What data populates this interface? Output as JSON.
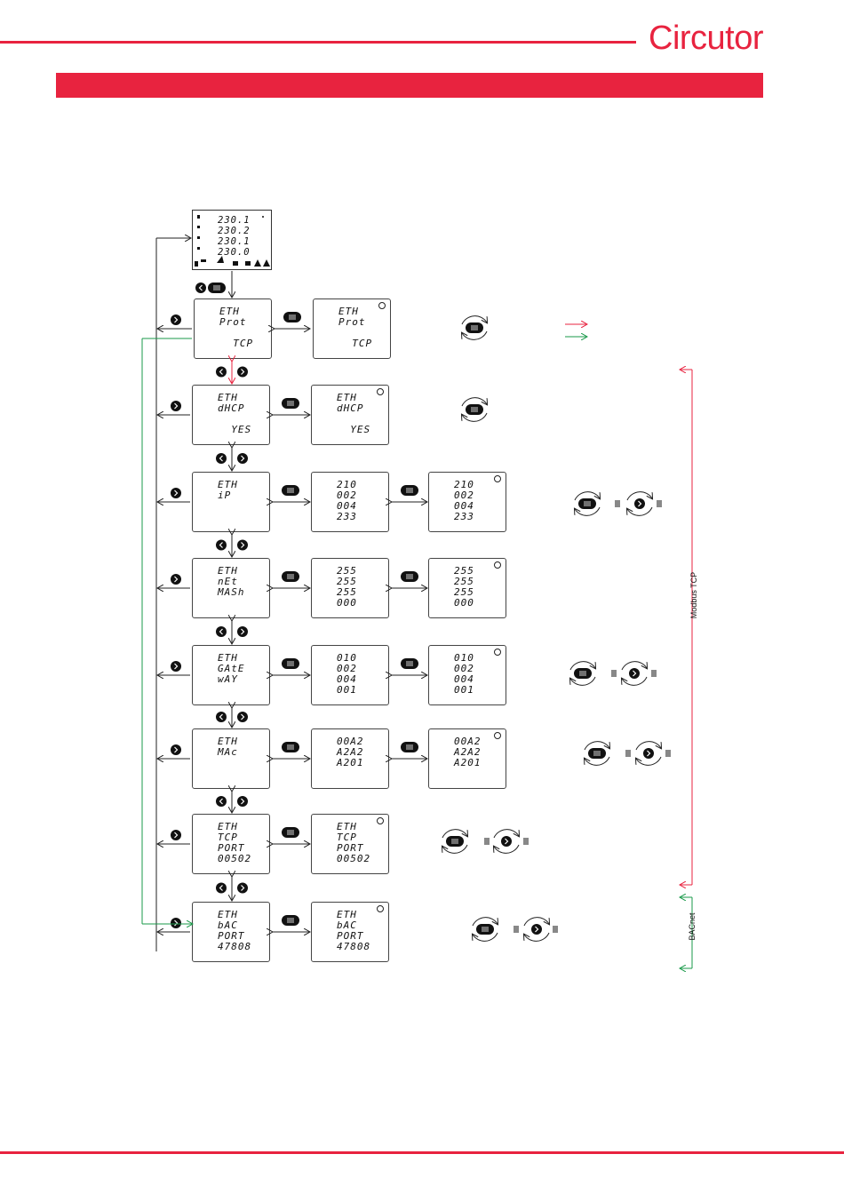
{
  "brand": {
    "logo_text": "Circutor",
    "color": "#e8233f",
    "green": "#1a9a4a"
  },
  "main_display": {
    "lines": [
      "230.1",
      "230.2",
      "230.1",
      "230.0"
    ]
  },
  "side_labels": {
    "modbus": "Modbus TCP",
    "bacnet": "BACnet"
  },
  "screens": [
    {
      "id": "prot",
      "main": [
        "ETH",
        "Prot",
        "",
        "  TCP"
      ],
      "edit": [
        "ETH",
        "Prot",
        "",
        "  TCP"
      ]
    },
    {
      "id": "dhcp",
      "main": [
        "ETH",
        "dHCP",
        "",
        "  YES"
      ],
      "edit": [
        "ETH",
        "dHCP",
        "",
        "  YES"
      ]
    },
    {
      "id": "ip",
      "main": [
        "ETH",
        "iP"
      ],
      "v1": [
        "210",
        "002",
        "004",
        "233"
      ],
      "v2": [
        "210",
        "002",
        "004",
        "233"
      ]
    },
    {
      "id": "netmask",
      "main": [
        "ETH",
        "nEt",
        "MASh"
      ],
      "v1": [
        "255",
        "255",
        "255",
        "000"
      ],
      "v2": [
        "255",
        "255",
        "255",
        "000"
      ]
    },
    {
      "id": "gateway",
      "main": [
        "ETH",
        "GAtE",
        "wAY"
      ],
      "v1": [
        "010",
        "002",
        "004",
        "001"
      ],
      "v2": [
        "010",
        "002",
        "004",
        "001"
      ]
    },
    {
      "id": "mac",
      "main": [
        "ETH",
        "MAc"
      ],
      "v1": [
        "00A2",
        "A2A2",
        "A201"
      ],
      "v2": [
        "00A2",
        "A2A2",
        "A201"
      ]
    },
    {
      "id": "tcpport",
      "main": [
        "ETH",
        "TCP",
        "PORT",
        "00502"
      ],
      "edit": [
        "ETH",
        "TCP",
        "PORT",
        "00502"
      ]
    },
    {
      "id": "bacport",
      "main": [
        "ETH",
        "bAC",
        "PORT",
        "47808"
      ],
      "edit": [
        "ETH",
        "bAC",
        "PORT",
        "47808"
      ]
    }
  ]
}
